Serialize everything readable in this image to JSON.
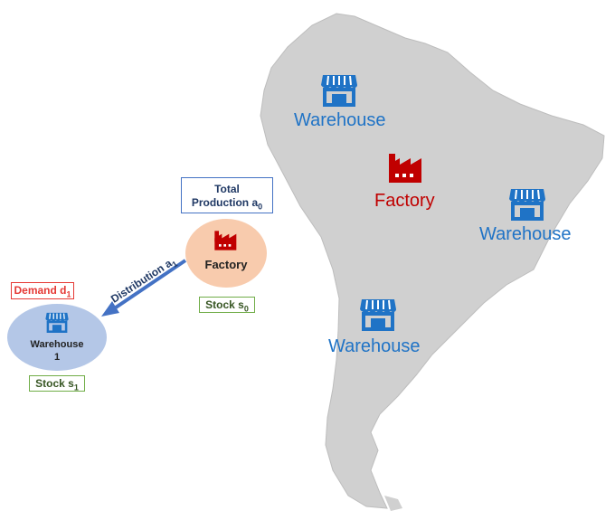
{
  "map": {
    "warehouse_labels": [
      "Warehouse",
      "Warehouse",
      "Warehouse"
    ],
    "factory_label": "Factory"
  },
  "diagram": {
    "total_production_line1": "Total",
    "total_production_line2": "Production a",
    "total_production_sub": "0",
    "factory_node_label": "Factory",
    "stock_factory": "Stock s",
    "stock_factory_sub": "0",
    "distribution": "Distribution a",
    "distribution_sub": "1",
    "demand": "Demand d",
    "demand_sub": "1",
    "warehouse_node_line1": "Warehouse",
    "warehouse_node_line2": "1",
    "stock_warehouse": "Stock s",
    "stock_warehouse_sub": "1"
  },
  "colors": {
    "map_fill": "#d0d0d0",
    "warehouse_blue": "#1f73c6",
    "factory_red": "#c00000",
    "factory_node": "#f8cbad",
    "warehouse_node": "#b4c7e7",
    "arrow": "#4472c4"
  },
  "icons": [
    "store-icon",
    "factory-icon"
  ]
}
